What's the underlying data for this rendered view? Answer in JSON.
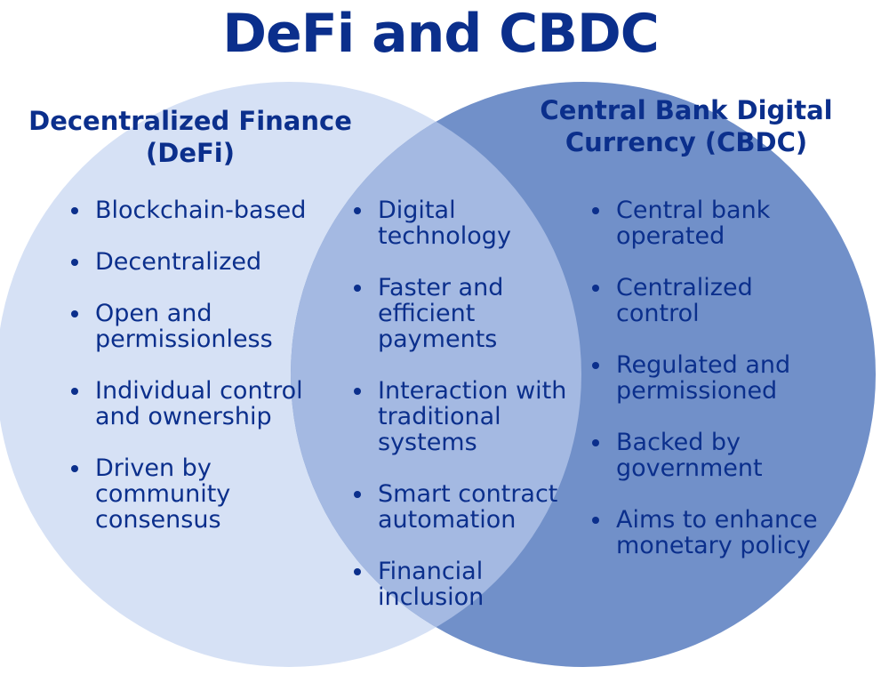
{
  "title": "DeFi and CBDC",
  "colors": {
    "text": "#0b2f8c",
    "left_circle": "#d6e1f5",
    "right_circle": "#7190c9",
    "overlap": "#a4b9e2"
  },
  "defi": {
    "heading_line1": "Decentralized Finance",
    "heading_line2": "(DeFi)",
    "items": [
      "Blockchain-based",
      "Decentralized",
      "Open and permissionless",
      "Individual control and ownership",
      "Driven by community consensus"
    ]
  },
  "shared": {
    "items": [
      "Digital technology",
      "Faster and efficient payments",
      "Interaction with traditional systems",
      "Smart contract automation",
      "Financial inclusion"
    ]
  },
  "cbdc": {
    "heading_line1": "Central Bank Digital",
    "heading_line2": "Currency (CBDC)",
    "items": [
      "Central bank operated",
      "Centralized control",
      "Regulated and permissioned",
      " Backed by government",
      "Aims to enhance monetary policy"
    ]
  }
}
